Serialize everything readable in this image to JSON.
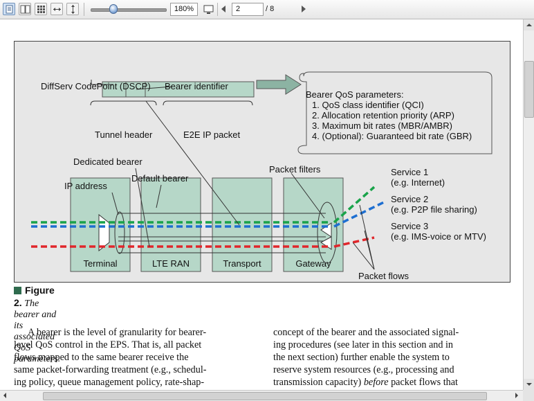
{
  "toolbar": {
    "view_buttons": [
      "single-page-icon",
      "two-page-icon",
      "thumbnails-icon",
      "fit-width-icon",
      "fit-height-icon"
    ],
    "zoom_level": "180%",
    "zoom_slider_fraction": 0.3,
    "page_current": "2",
    "page_total": "/ 8"
  },
  "figure": {
    "labels": {
      "dscp": "DiffServ CodePoint (DSCP)",
      "bearer_identifier": "Bearer identifier",
      "tunnel_header": "Tunnel header",
      "e2e_ip_packet": "E2E IP packet",
      "dedicated_bearer": "Dedicated bearer",
      "default_bearer": "Default bearer",
      "ip_address": "IP address",
      "packet_filters": "Packet filters",
      "packet_flows": "Packet flows"
    },
    "qos_scroll": {
      "title": "Bearer QoS parameters:",
      "items": [
        "1. QoS class identifier (QCI)",
        "2. Allocation retention priority (ARP)",
        "3. Maximum bit rates (MBR/AMBR)",
        "4. (Optional): Guaranteed bit rate (GBR)"
      ]
    },
    "nodes": [
      "Terminal",
      "LTE RAN",
      "Transport",
      "Gateway"
    ],
    "services": [
      {
        "name": "Service 1",
        "desc": "(e.g. Internet)",
        "color": "#19a34a"
      },
      {
        "name": "Service 2",
        "desc": "(e.g. P2P file sharing)",
        "color": "#1e6fd1"
      },
      {
        "name": "Service 3",
        "desc": "(e.g. IMS-voice or MTV)",
        "color": "#e0262b"
      }
    ],
    "colors": {
      "node_fill": "#b6d7c8",
      "arrow_fill": "#8cb3a3",
      "background": "#e7e7e7"
    }
  },
  "caption": {
    "figure_label": "Figure 2.",
    "text": "The bearer and its associated QoS parameters."
  },
  "body_text": {
    "left_column": [
      "A bearer is the level of granularity for bearer-",
      "level QoS control in the EPS. That is, all packet",
      "flows mapped to the same bearer receive the",
      "same packet-forwarding treatment (e.g., schedul-",
      "ing policy, queue management policy, rate-shap-"
    ],
    "right_column": [
      "concept of the bearer and the associated signal-",
      "ing procedures (see later in this section and in",
      "the next section) further enable the system to",
      "reserve system resources (e.g., processing and"
    ],
    "right_last_line": {
      "before": "transmission capacity) ",
      "italic": "before",
      "after": " packet flows that"
    }
  }
}
